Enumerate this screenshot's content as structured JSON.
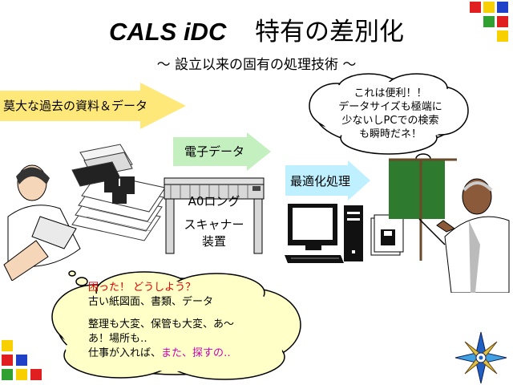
{
  "slide": {
    "title_latin": "CALS  iDC",
    "title_jp": "特有の差別化",
    "subtitle": "～  設立以来の固有の処理技術  ～"
  },
  "arrows": {
    "past_documents": "莫大な過去の資料＆データ",
    "electronic_data": "電子データ",
    "optimization": "最適化処理"
  },
  "scanner": {
    "line1": "A0ロング",
    "line2": "スキャナー",
    "line3": "装置"
  },
  "thought_bubble": {
    "line1": "これは便利！！",
    "line2": "データサイズも極端に",
    "line3": "少ないしPCでの検索",
    "line4": "も瞬時だネ！"
  },
  "trouble_bubble": {
    "exclaim": "困った！ どうしよう？",
    "line1": "古い紙図面、書類、データ",
    "line2": "整理も大変、保管も大変、あ～",
    "line3": "あ！場所も‥",
    "line4_a": "仕事が入れば、",
    "line4_b": "また、探すの‥"
  },
  "colors": {
    "arrow_yellow": "#ffe87a",
    "arrow_green": "#c4f0c0",
    "arrow_cyan": "#bff0ff",
    "bubble_fill": "#ffffc8",
    "board_green": "#2e7a2e",
    "deco_red": "#e02020",
    "deco_yellow": "#f8d000",
    "deco_blue": "#2040c8",
    "deco_green": "#30a030"
  },
  "icons": [
    "corner-squares-icon",
    "compass-rose-icon",
    "thought-cloud-icon",
    "computer-icon",
    "scanner-icon",
    "documents-icon",
    "woman-icon",
    "presenter-icon"
  ]
}
